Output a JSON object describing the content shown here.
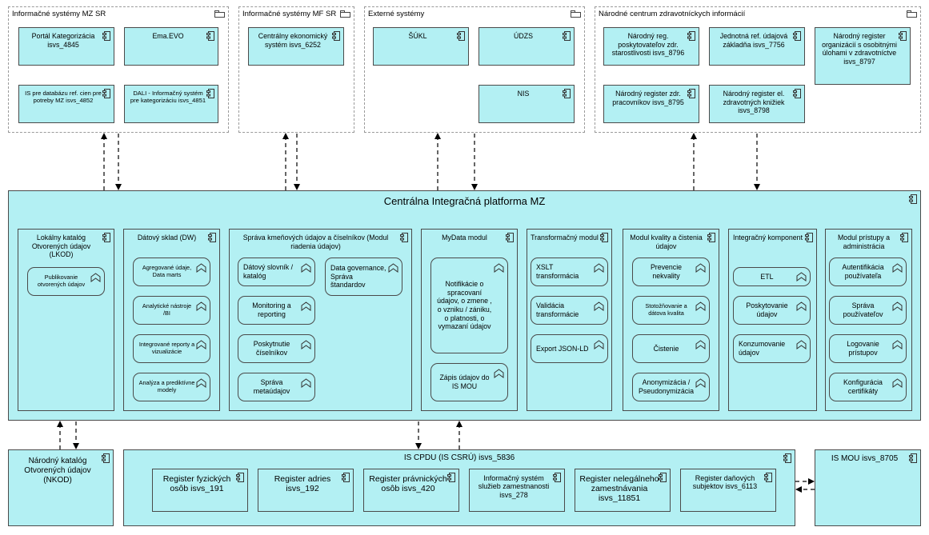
{
  "diagram": {
    "groups": {
      "mz": "Informačné systémy MZ SR",
      "mf": "Informačné systémy MF SR",
      "ext": "Externé systémy",
      "nczi": "Národné centrum zdravotníckych informácií"
    },
    "mz_components": [
      "Portál Kategorizácia isvs_4845",
      "Ema.EVO",
      "IS pre databázu ref. cien pre potreby MZ isvs_4852",
      "DALI - Informačný systém pre kategorizáciu isvs_4851"
    ],
    "mf_components": [
      "Centrálny ekonomický systém isvs_6252"
    ],
    "ext_components": [
      "ŠÚKL",
      "ÚDZS",
      "NIS"
    ],
    "nczi_components": [
      "Národný reg. poskytovateľov zdr. starostlivosti isvs_8796",
      "Jednotná ref. údajová základňa isvs_7756",
      "Národný register organizácií s osobitnými úlohami v zdravotníctve isvs_8797",
      "Národný register zdr. pracovníkov isvs_8795",
      "Národný register el. zdravotných knižiek isvs_8798"
    ],
    "platform_title": "Centrálna Integračná platforma MZ",
    "modules": [
      {
        "title": "Lokálny katalóg Otvorených údajov (LKOD)",
        "functions": [
          "Publikovanie otvorených údajov"
        ]
      },
      {
        "title": "Dátový sklad (DW)",
        "functions": [
          "Agregované údaje, Data marts",
          "Analytické nástroje /BI",
          "Integrované reporty a vizualizácie",
          "Analýza a prediktívne modely"
        ]
      },
      {
        "title": "Správa kmeňových údajov a číselníkov (Modul riadenia údajov)",
        "functions": [
          "Dátový slovník / katalóg",
          "Data governance, Správa štandardov",
          "Monitoring a reporting",
          "Poskytnutie číselníkov",
          "Správa metaúdajov"
        ]
      },
      {
        "title": "MyData modul",
        "functions": [
          "Notifikácie o spracovaní údajov, o zmene , o vzniku / zániku, o platnosti, o vymazaní údajov",
          "Zápis údajov do IS MOU"
        ]
      },
      {
        "title": "Transformačný modul",
        "functions": [
          "XSLT transformácia",
          "Validácia transformácie",
          "Export JSON-LD"
        ]
      },
      {
        "title": "Modul kvality a čistenia údajov",
        "functions": [
          "Prevencie nekvality",
          "Stotožňovanie a dátova kvalita",
          "Čistenie",
          "Anonymizácia / Pseudonymizácia"
        ]
      },
      {
        "title": "Integračný komponent",
        "functions": [
          "ETL",
          "Poskytovanie údajov",
          "Konzumovanie údajov"
        ]
      },
      {
        "title": "Modul prístupy a administrácia",
        "functions": [
          "Autentifikácia používateľa",
          "Správa používateľov",
          "Logovanie prístupov",
          "Konfigurácia certifikáty"
        ]
      }
    ],
    "nkod": "Národný katalóg Otvorených údajov (NKOD)",
    "cpdu_title": "IS CPDU (IS CSRÚ) isvs_5836",
    "registers": [
      "Register fyzických osôb isvs_191",
      "Register adries isvs_192",
      "Register právnických osôb isvs_420",
      "Informačný systém služieb zamestnanosti isvs_278",
      "Register nelegálneho zamestnávania isvs_11851",
      "Register daňových subjektov isvs_6113"
    ],
    "mou": "IS MOU isvs_8705",
    "colors": {
      "fill": "#b3f0f3",
      "border": "#4a4a4a",
      "group_border": "#9a9a9a"
    }
  }
}
